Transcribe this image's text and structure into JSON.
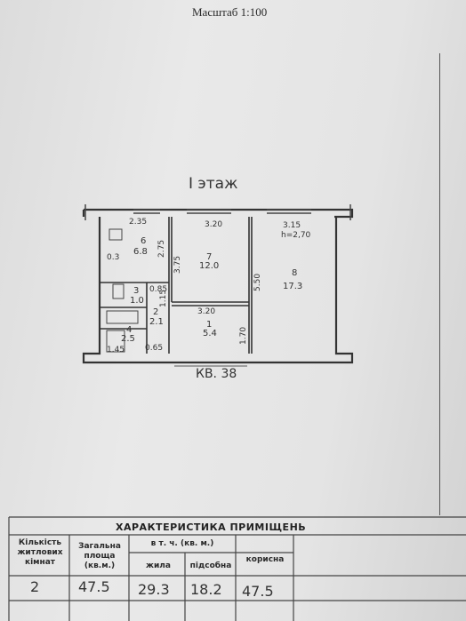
{
  "header": {
    "scale_label": "Масштаб   1:100"
  },
  "plan": {
    "floor_label": "I  этаж",
    "apartment_label": "КВ. 38",
    "height_note": "h=2,70",
    "rooms": [
      {
        "number": "6",
        "area": "6.8"
      },
      {
        "number": "7",
        "area": "12.0"
      },
      {
        "number": "8",
        "area": "17.3"
      },
      {
        "number": "1",
        "area": "5.4"
      },
      {
        "number": "4",
        "area": "2.5"
      },
      {
        "number": "3",
        "area": "1.0"
      },
      {
        "number": "2",
        "area": "2.1"
      }
    ],
    "dimensions": [
      "2.35",
      "3.20",
      "3.15",
      "2.75",
      "3.75",
      "5.50",
      "3.20",
      "1.70",
      "1.45",
      "0.3",
      "0.85",
      "1.15",
      "0.65"
    ]
  },
  "table": {
    "title": "ХАРАКТЕРИСТИКА ПРИМІЩЕНЬ",
    "headers": {
      "rooms": "Кількість житлових кімнат",
      "total": "Загальна площа (кв.м.)",
      "incl": "в т. ч. (кв. м.)",
      "living": "жила",
      "auxiliary": "підсобна",
      "useful": "корисна"
    },
    "values": {
      "rooms": "2",
      "total": "47.5",
      "living": "29.3",
      "auxiliary": "18.2",
      "useful": "47.5"
    }
  }
}
